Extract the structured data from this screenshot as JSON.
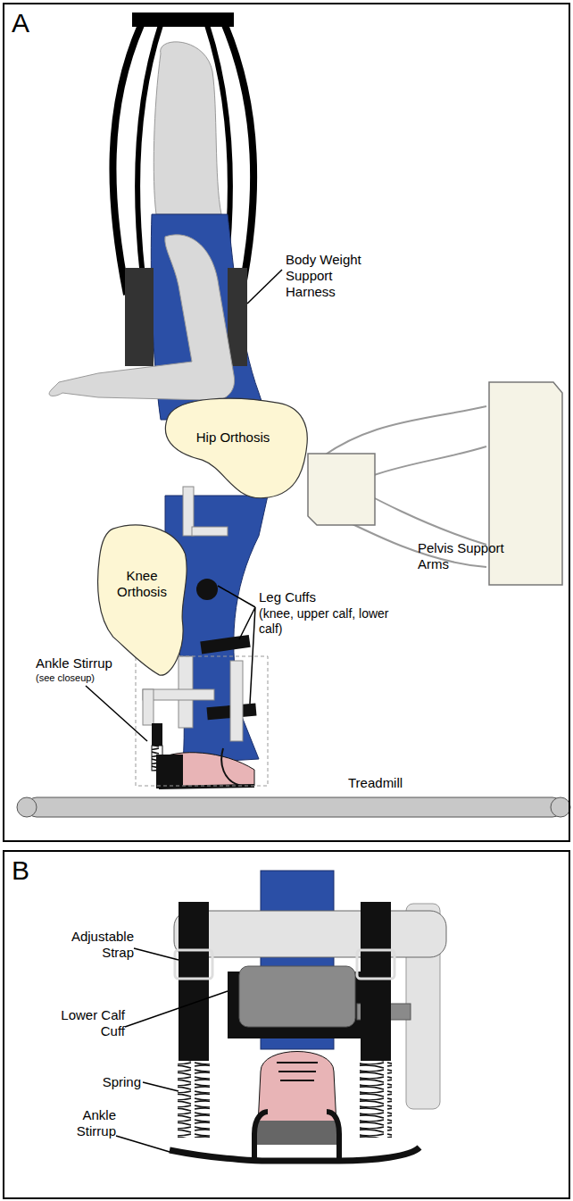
{
  "diagram": {
    "nodes": [
      {
        "text": [
          "A"
        ]
      },
      {
        "text": [
          "Hip Orthosis"
        ],
        "in": 0
      },
      {
        "text": [
          "Knee Orthosis"
        ],
        "in": 0
      },
      {
        "text": [
          "B"
        ]
      }
    ],
    "labels": [
      "Body Weight Support Harness",
      "Pelvis Support Arms",
      "Leg Cuffs",
      "(knee, upper calf, lower calf)",
      "Ankle Stirrup",
      "(see closeup)",
      "Treadmill",
      "Adjustable Strap",
      "Lower Calf Cuff",
      "Spring",
      "Ankle Stirrup"
    ]
  }
}
